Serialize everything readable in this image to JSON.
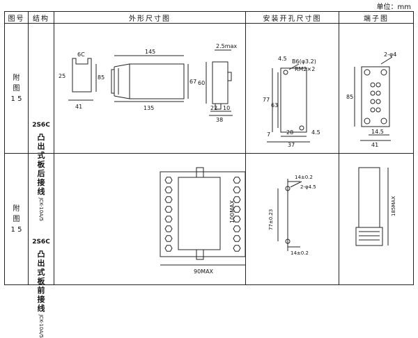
{
  "unit_label": "单位：mm",
  "headers": {
    "fig_no": "图号",
    "structure": "结构",
    "outline": "外形尺寸图",
    "mounting": "安装开孔尺寸图",
    "terminal": "端子图"
  },
  "rows": [
    {
      "fig": [
        "附",
        "图",
        "1 5"
      ],
      "code": "2S6C",
      "structure_chars": [
        "凸",
        "出",
        "式",
        "板",
        "后",
        "接",
        "线"
      ],
      "model": "JCK-10A/5",
      "outline_dims": {
        "d6c": "6C",
        "d25": "25",
        "d85": "85",
        "d41": "41",
        "d145": "145",
        "d135": "135",
        "d67": "67",
        "d25max": "2.5max",
        "d60": "60",
        "d22": "22",
        "d10": "10",
        "d38": "38"
      },
      "mount_dims": {
        "d45": "4.5",
        "b6": "B6(φ3.2)",
        "rm": "RM2×2",
        "d77": "77",
        "d63": "63",
        "d7": "7",
        "d28": "28",
        "d45b": "4.5",
        "d37": "37"
      },
      "terminal_dims": {
        "d2phi4": "2-φ4",
        "d85": "85",
        "d145": "14.5",
        "d41": "41"
      }
    },
    {
      "fig": [
        "附",
        "图",
        "1 5"
      ],
      "code": "2S6C",
      "structure_chars": [
        "凸",
        "出",
        "式",
        "板",
        "前",
        "接",
        "线"
      ],
      "model": "JCK-10A/5",
      "outline_dims": {
        "d100max": "100MAX",
        "d90max": "90MAX"
      },
      "mount_dims": {
        "d14a": "14±0.2",
        "d2phi45": "2-φ4.5",
        "d77": "77±0.23",
        "d14b": "14±0.2"
      },
      "terminal_dims": {
        "d185max": "185MAX"
      }
    }
  ]
}
